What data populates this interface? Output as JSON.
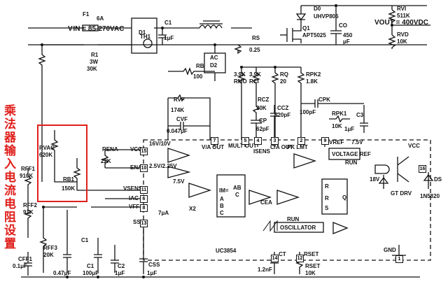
{
  "annotation": {
    "text": "乘法器输入电流电阻设置",
    "color": "#e0201c"
  },
  "labels": {
    "vin": "V IN = 85-270VAC",
    "f1": "F1",
    "f1_val": "6A",
    "c1": "C1",
    "c1_val": "1μF",
    "th1": "TH1",
    "d1": "D1",
    "d0": "D0",
    "d0_part": "UHVP806",
    "q1": "Q1",
    "q1_part": "APT5025",
    "co": "CO",
    "co_val1": "450",
    "co_val2": "μF",
    "rvi": "RVI",
    "rvi_val": "511K",
    "rvd": "RVD",
    "rvd_val": "10K",
    "vout": "VOUT = 400VDC",
    "r1": "R1",
    "r1_val1": "3W",
    "r1_val2": "30K",
    "rs": "RS",
    "rs_val": "0.25",
    "d2_ac": "AC",
    "d2": "D2",
    "rb": "RB",
    "rb_val": "100",
    "rmo_val": "3.9K",
    "rmo": "RMO",
    "rci_val": "3.9K",
    "rci": "RCI",
    "rq": "RQ",
    "rq_val": "20",
    "rpk2": "RPK2",
    "rpk2_val": "1.8K",
    "rvf": "RVF",
    "rvf_val": "174K",
    "cvf": "CVF",
    "cvf_val": "0.047μF",
    "rcz": "RCZ",
    "rcz_val": "20K",
    "ccz": "CCZ",
    "ccz_val": "620pF",
    "cpk": "CPK",
    "cpk_val": "100pF",
    "rpk1": "RPK1",
    "rpk1_val": "10K",
    "c3": "C3",
    "c3_val": "1μF",
    "cp": "CP",
    "cp_val": "62pF",
    "rena": "RENA",
    "rena_val": "22K",
    "rvac": "RVAC",
    "rvac_val": "620K",
    "rff1": "RFF1",
    "rff1_val": "910K",
    "rb1": "RB1",
    "rb1_val": "150K",
    "rff2": "RFF2",
    "rff2_val": "91K",
    "rff3": "RFF3",
    "rff3_val": "20K",
    "cff1": "CFF1",
    "cff1_val": "0.1μF",
    "c1b": "C1",
    "c1b_val": "0.47μF",
    "c1c": "C1",
    "c1c_val": "100μF",
    "c2": "C2",
    "c2_val": "1μF",
    "css": "CSS",
    "css_val": "1μF",
    "ct": "CT",
    "ct_val": "1.2nF",
    "rset": "RSET",
    "rset_val": "10K",
    "vcc": "VCC",
    "ena": "ENA",
    "vsense": "VSENSE",
    "iac": "IAC",
    "vff": "VFF",
    "ss": "SS",
    "ref_16v": "16V/10V",
    "ref_25v": "2.5V/2.25V",
    "ref_75v": "7.5V",
    "x2": "X2",
    "ss_src": "7μA",
    "ic_name": "UC3854",
    "va_out": "V/A OUT",
    "mult_out": "MULT OUT",
    "isense": "ISENS",
    "ca_out": "C/A OUT",
    "pk_lmt": "PK LMT",
    "vref": "VREF",
    "vref_val": "7.5V",
    "vref_block": "VOLTAGE REF",
    "run1": "RUN",
    "run2": "RUN",
    "mult_im": "IM=",
    "mult_ab": "AB",
    "mult_c": "C",
    "mult_a": "A",
    "mult_b": "B",
    "mult_cin": "C",
    "cea": "CEA",
    "osc": "OSCILLATOR",
    "latch_r": "R",
    "latch_s": "S",
    "latch_q": "Q",
    "latch_r2": "R",
    "vcc2": "VCC",
    "gt_drv": "GT DRV",
    "z18": "18V",
    "ds": "DS",
    "ds_part": "1N5820",
    "gnd": "GND",
    "pin1": "1",
    "pin2": "2",
    "pin3": "3",
    "pin4": "4",
    "pin5": "5",
    "pin6": "6",
    "pin7": "7",
    "pin8": "8",
    "pin9": "9",
    "pin10": "10",
    "pin11": "11",
    "pin12": "12",
    "pin13": "13",
    "pin14": "14",
    "pin15": "15",
    "pin16": "16"
  },
  "colors": {
    "ink": "#111111",
    "highlight": "#e0201c"
  }
}
